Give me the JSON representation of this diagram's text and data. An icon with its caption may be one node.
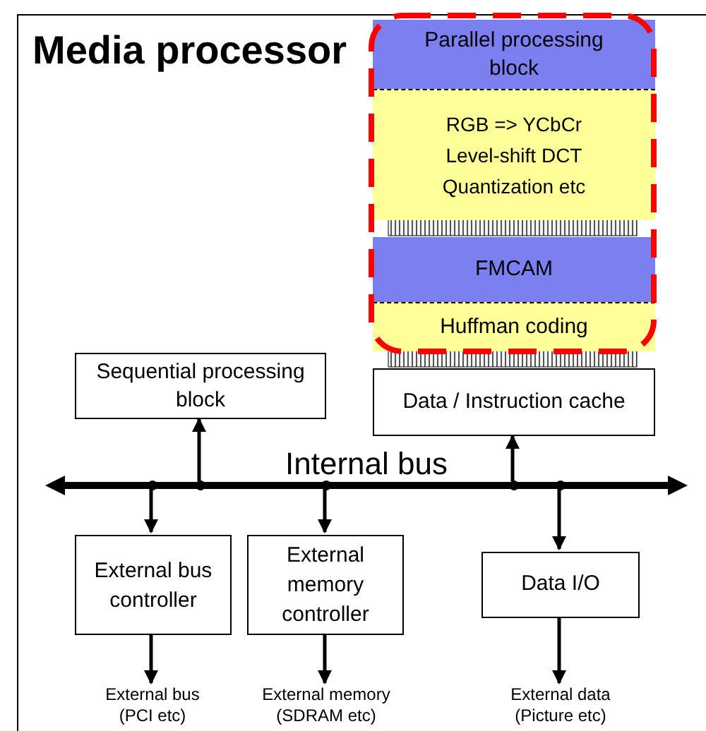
{
  "diagram": {
    "nodes": [
      {
        "text": [
          "Media processor"
        ]
      },
      {
        "text": [
          "Parallel processing block"
        ],
        "in": 0
      },
      {
        "text": [
          "RGB => YCbCr Level-shift DCT Quantization etc"
        ],
        "in": 0
      },
      {
        "text": [
          "FMCAM"
        ],
        "in": 0
      },
      {
        "text": [
          "Huffman coding"
        ],
        "in": 0
      },
      {
        "text": [
          "Data / Instruction cache"
        ],
        "in": 0
      },
      {
        "text": [
          "Sequential processing block"
        ],
        "in": 0
      },
      {
        "text": [
          "Internal bus"
        ],
        "in": 0
      },
      {
        "text": [
          "External bus controller"
        ],
        "in": 0
      },
      {
        "text": [
          "External memory controller"
        ],
        "in": 0
      },
      {
        "text": [
          "Data I/O"
        ],
        "in": 0
      },
      {
        "text": [
          "External bus (PCI etc)"
        ],
        "in": 0
      },
      {
        "text": [
          "External memory (SDRAM etc)"
        ],
        "in": 0
      },
      {
        "text": [
          "External data (Picture etc)"
        ],
        "in": 0
      }
    ],
    "edges": [
      {
        "from": 7,
        "to": 6,
        "arrow": "to"
      },
      {
        "from": 7,
        "to": 5,
        "arrow": "to"
      },
      {
        "from": 7,
        "to": 8,
        "arrow": "to"
      },
      {
        "from": 7,
        "to": 9,
        "arrow": "to"
      },
      {
        "from": 7,
        "to": 10,
        "arrow": "to"
      },
      {
        "from": 8,
        "to": 11,
        "arrow": "to"
      },
      {
        "from": 9,
        "to": 12,
        "arrow": "to"
      },
      {
        "from": 10,
        "to": 13,
        "arrow": "to"
      },
      {
        "from": 2,
        "to": 3,
        "arrow": "none",
        "style": "dashed"
      },
      {
        "from": 4,
        "to": 5,
        "arrow": "none",
        "style": "dashed"
      }
    ]
  }
}
